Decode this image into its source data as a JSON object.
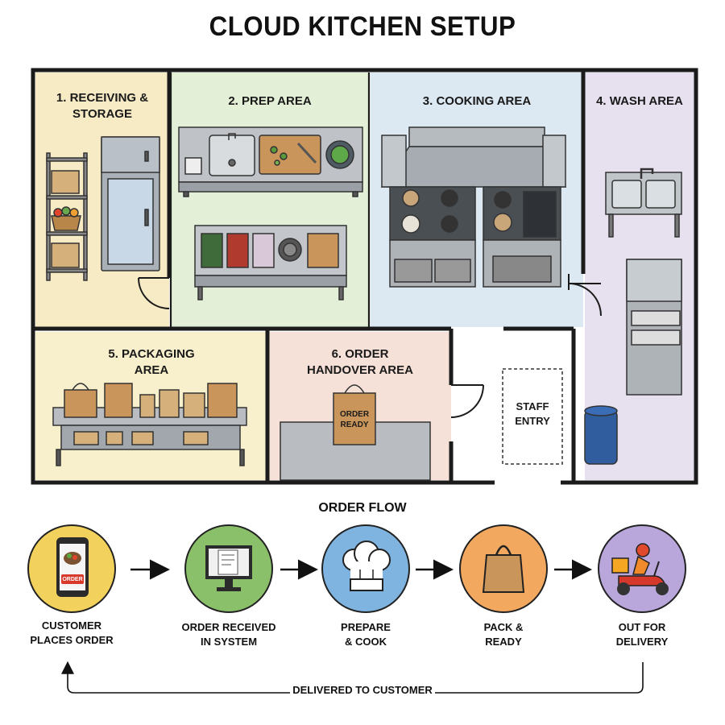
{
  "title": "CLOUD KITCHEN SETUP",
  "zones": {
    "receiving": {
      "line1": "1. RECEIVING &",
      "line2": "STORAGE",
      "color": "#F7EBC6"
    },
    "prep": {
      "label": "2. PREP AREA",
      "color": "#E3EFD6"
    },
    "cooking": {
      "label": "3. COOKING AREA",
      "color": "#DCE8F2"
    },
    "wash": {
      "label": "4. WASH AREA",
      "color": "#E6E0EF"
    },
    "packaging": {
      "line1": "5. PACKAGING",
      "line2": "AREA",
      "color": "#F8EFCC"
    },
    "handover": {
      "line1": "6. ORDER",
      "line2": "HANDOVER AREA",
      "color": "#F6E1D8"
    }
  },
  "staff_entry": {
    "line1": "STAFF",
    "line2": "ENTRY"
  },
  "bag_label": {
    "line1": "ORDER",
    "line2": "READY"
  },
  "phone_button": "ORDER",
  "order_flow": {
    "title": "ORDER FLOW",
    "steps": [
      {
        "line1": "CUSTOMER",
        "line2": "PLACES ORDER",
        "color": "#F2D15C",
        "icon": "phone-icon"
      },
      {
        "line1": "ORDER RECEIVED",
        "line2": "IN SYSTEM",
        "color": "#8BC06A",
        "icon": "monitor-icon"
      },
      {
        "line1": "PREPARE",
        "line2": "& COOK",
        "color": "#7FB3E0",
        "icon": "chef-hat-icon"
      },
      {
        "line1": "PACK &",
        "line2": "READY",
        "color": "#F3A85F",
        "icon": "bag-icon"
      },
      {
        "line1": "OUT FOR",
        "line2": "DELIVERY",
        "color": "#B9A6DB",
        "icon": "scooter-icon"
      }
    ],
    "loop_label": "DELIVERED TO CUSTOMER"
  }
}
